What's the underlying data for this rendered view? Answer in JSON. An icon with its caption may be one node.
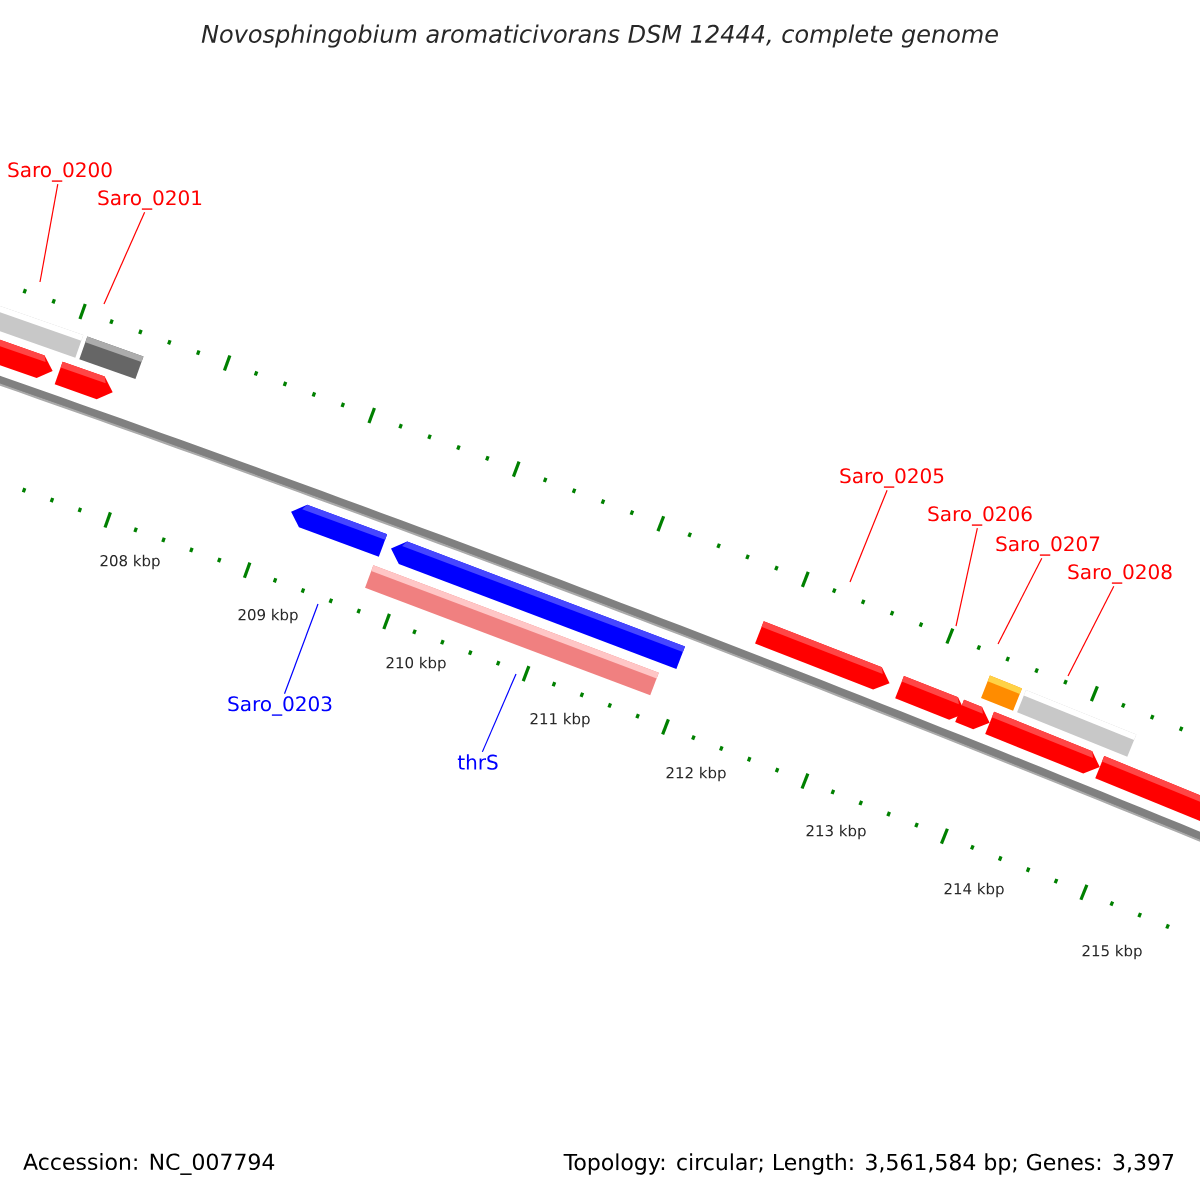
{
  "diagram": {
    "title": "Novosphingobium aromaticivorans DSM 12444, complete genome",
    "nodes": [
      {
        "text": [
          "Saro_0200"
        ]
      },
      {
        "text": [
          "Saro_0201"
        ]
      },
      {
        "text": [
          "Saro_0205"
        ]
      },
      {
        "text": [
          "Saro_0206"
        ]
      },
      {
        "text": [
          "Saro_0207"
        ]
      },
      {
        "text": [
          "Saro_0208"
        ]
      },
      {
        "text": [
          "Saro_0203"
        ]
      },
      {
        "text": [
          "thrS"
        ]
      }
    ],
    "edges": [
      {
        "from": 0,
        "to": null,
        "arrow": "none"
      },
      {
        "from": 1,
        "to": null,
        "arrow": "none"
      },
      {
        "from": 2,
        "to": null,
        "arrow": "none"
      },
      {
        "from": 3,
        "to": null,
        "arrow": "none"
      },
      {
        "from": 4,
        "to": null,
        "arrow": "none"
      },
      {
        "from": 5,
        "to": null,
        "arrow": "none"
      },
      {
        "from": 6,
        "to": null,
        "arrow": "none",
        "color": "#0000ff"
      },
      {
        "from": 7,
        "to": null,
        "arrow": "none",
        "color": "#0000ff"
      }
    ],
    "labels": [
      "208 kbp",
      "209 kbp",
      "210 kbp",
      "211 kbp",
      "212 kbp",
      "213 kbp",
      "214 kbp",
      "215 kbp",
      "Accession: NC_007794",
      "Topology: circular; Length: 3,561,584 bp; Genes: 3,397"
    ]
  }
}
